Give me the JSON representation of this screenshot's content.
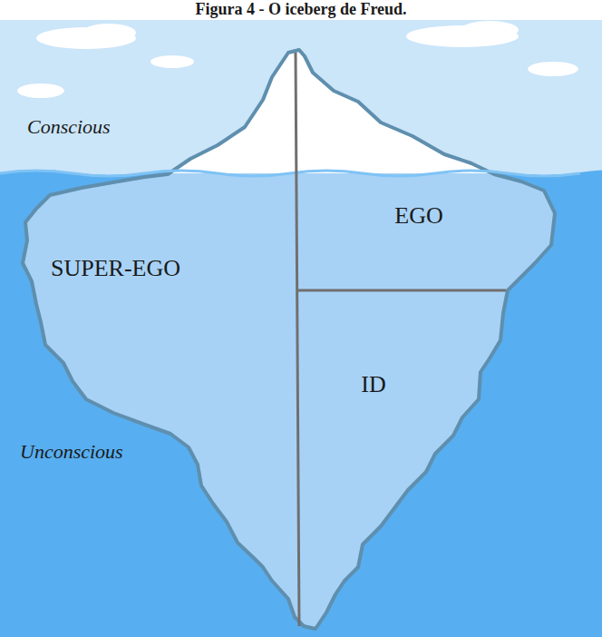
{
  "diagram": {
    "title": "Figura 4 - O iceberg de Freud.",
    "labels": [
      "Conscious",
      "EGO",
      "SUPER-EGO",
      "ID",
      "Unconscious"
    ]
  }
}
